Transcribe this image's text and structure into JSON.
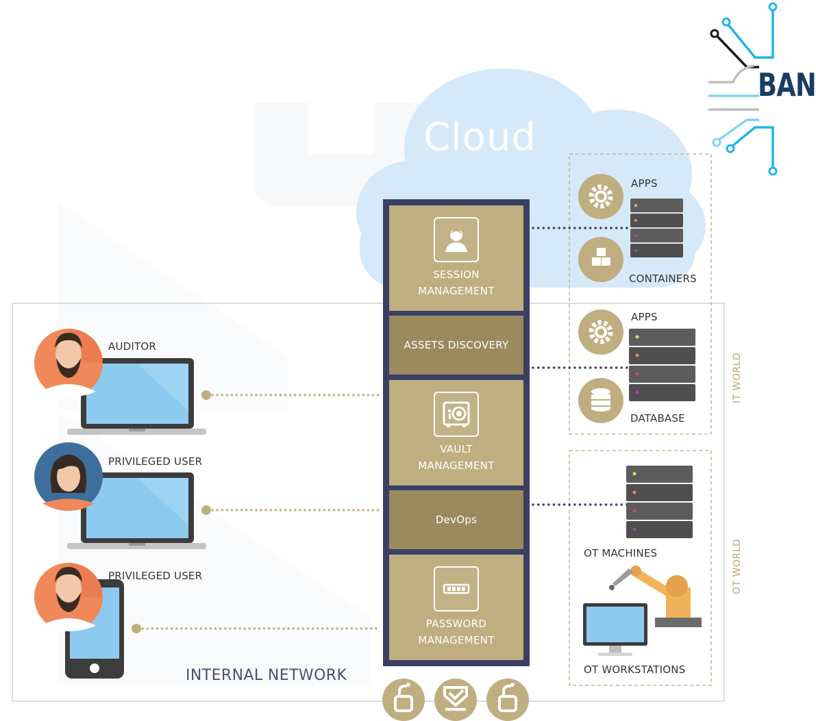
{
  "cloud": {
    "label": "Cloud"
  },
  "network": {
    "label": "INTERNAL NETWORK"
  },
  "users": [
    {
      "label": "AUDITOR",
      "device": "laptop"
    },
    {
      "label": "PRIVILEGED USER",
      "device": "laptop"
    },
    {
      "label": "PRIVILEGED USER",
      "device": "phone"
    }
  ],
  "modules": {
    "session": {
      "line1": "SESSION",
      "line2": "MANAGEMENT"
    },
    "assets": {
      "line1": "ASSETS DISCOVERY"
    },
    "vault": {
      "line1": "VAULT",
      "line2": "MANAGEMENT"
    },
    "devops": {
      "line1": "DevOps"
    },
    "password": {
      "line1": "PASSWORD",
      "line2": "MANAGEMENT"
    }
  },
  "resources": {
    "cloud_apps": "APPS",
    "cloud_containers": "CONTAINERS",
    "it_apps": "APPS",
    "it_database": "DATABASE",
    "ot_machines": "OT MACHINES",
    "ot_workstations": "OT WORKSTATIONS"
  },
  "zones": {
    "it": "IT WORLD",
    "ot": "OT WORLD"
  },
  "logo": {
    "text": "BAN"
  },
  "colors": {
    "gold_light": "#bfae80",
    "gold_dark": "#9b8a5d",
    "frame": "#3a3f63",
    "cloud": "#d6e9f8",
    "accent": "#1fb5e8",
    "logo_navy": "#1a3d66"
  },
  "icons": [
    "user-icon",
    "safe-icon",
    "password-icon",
    "gear-icon",
    "cubes-icon",
    "database-icon",
    "server-icon",
    "robot-arm-icon",
    "monitor-icon",
    "lock-icon",
    "shield-icon"
  ]
}
